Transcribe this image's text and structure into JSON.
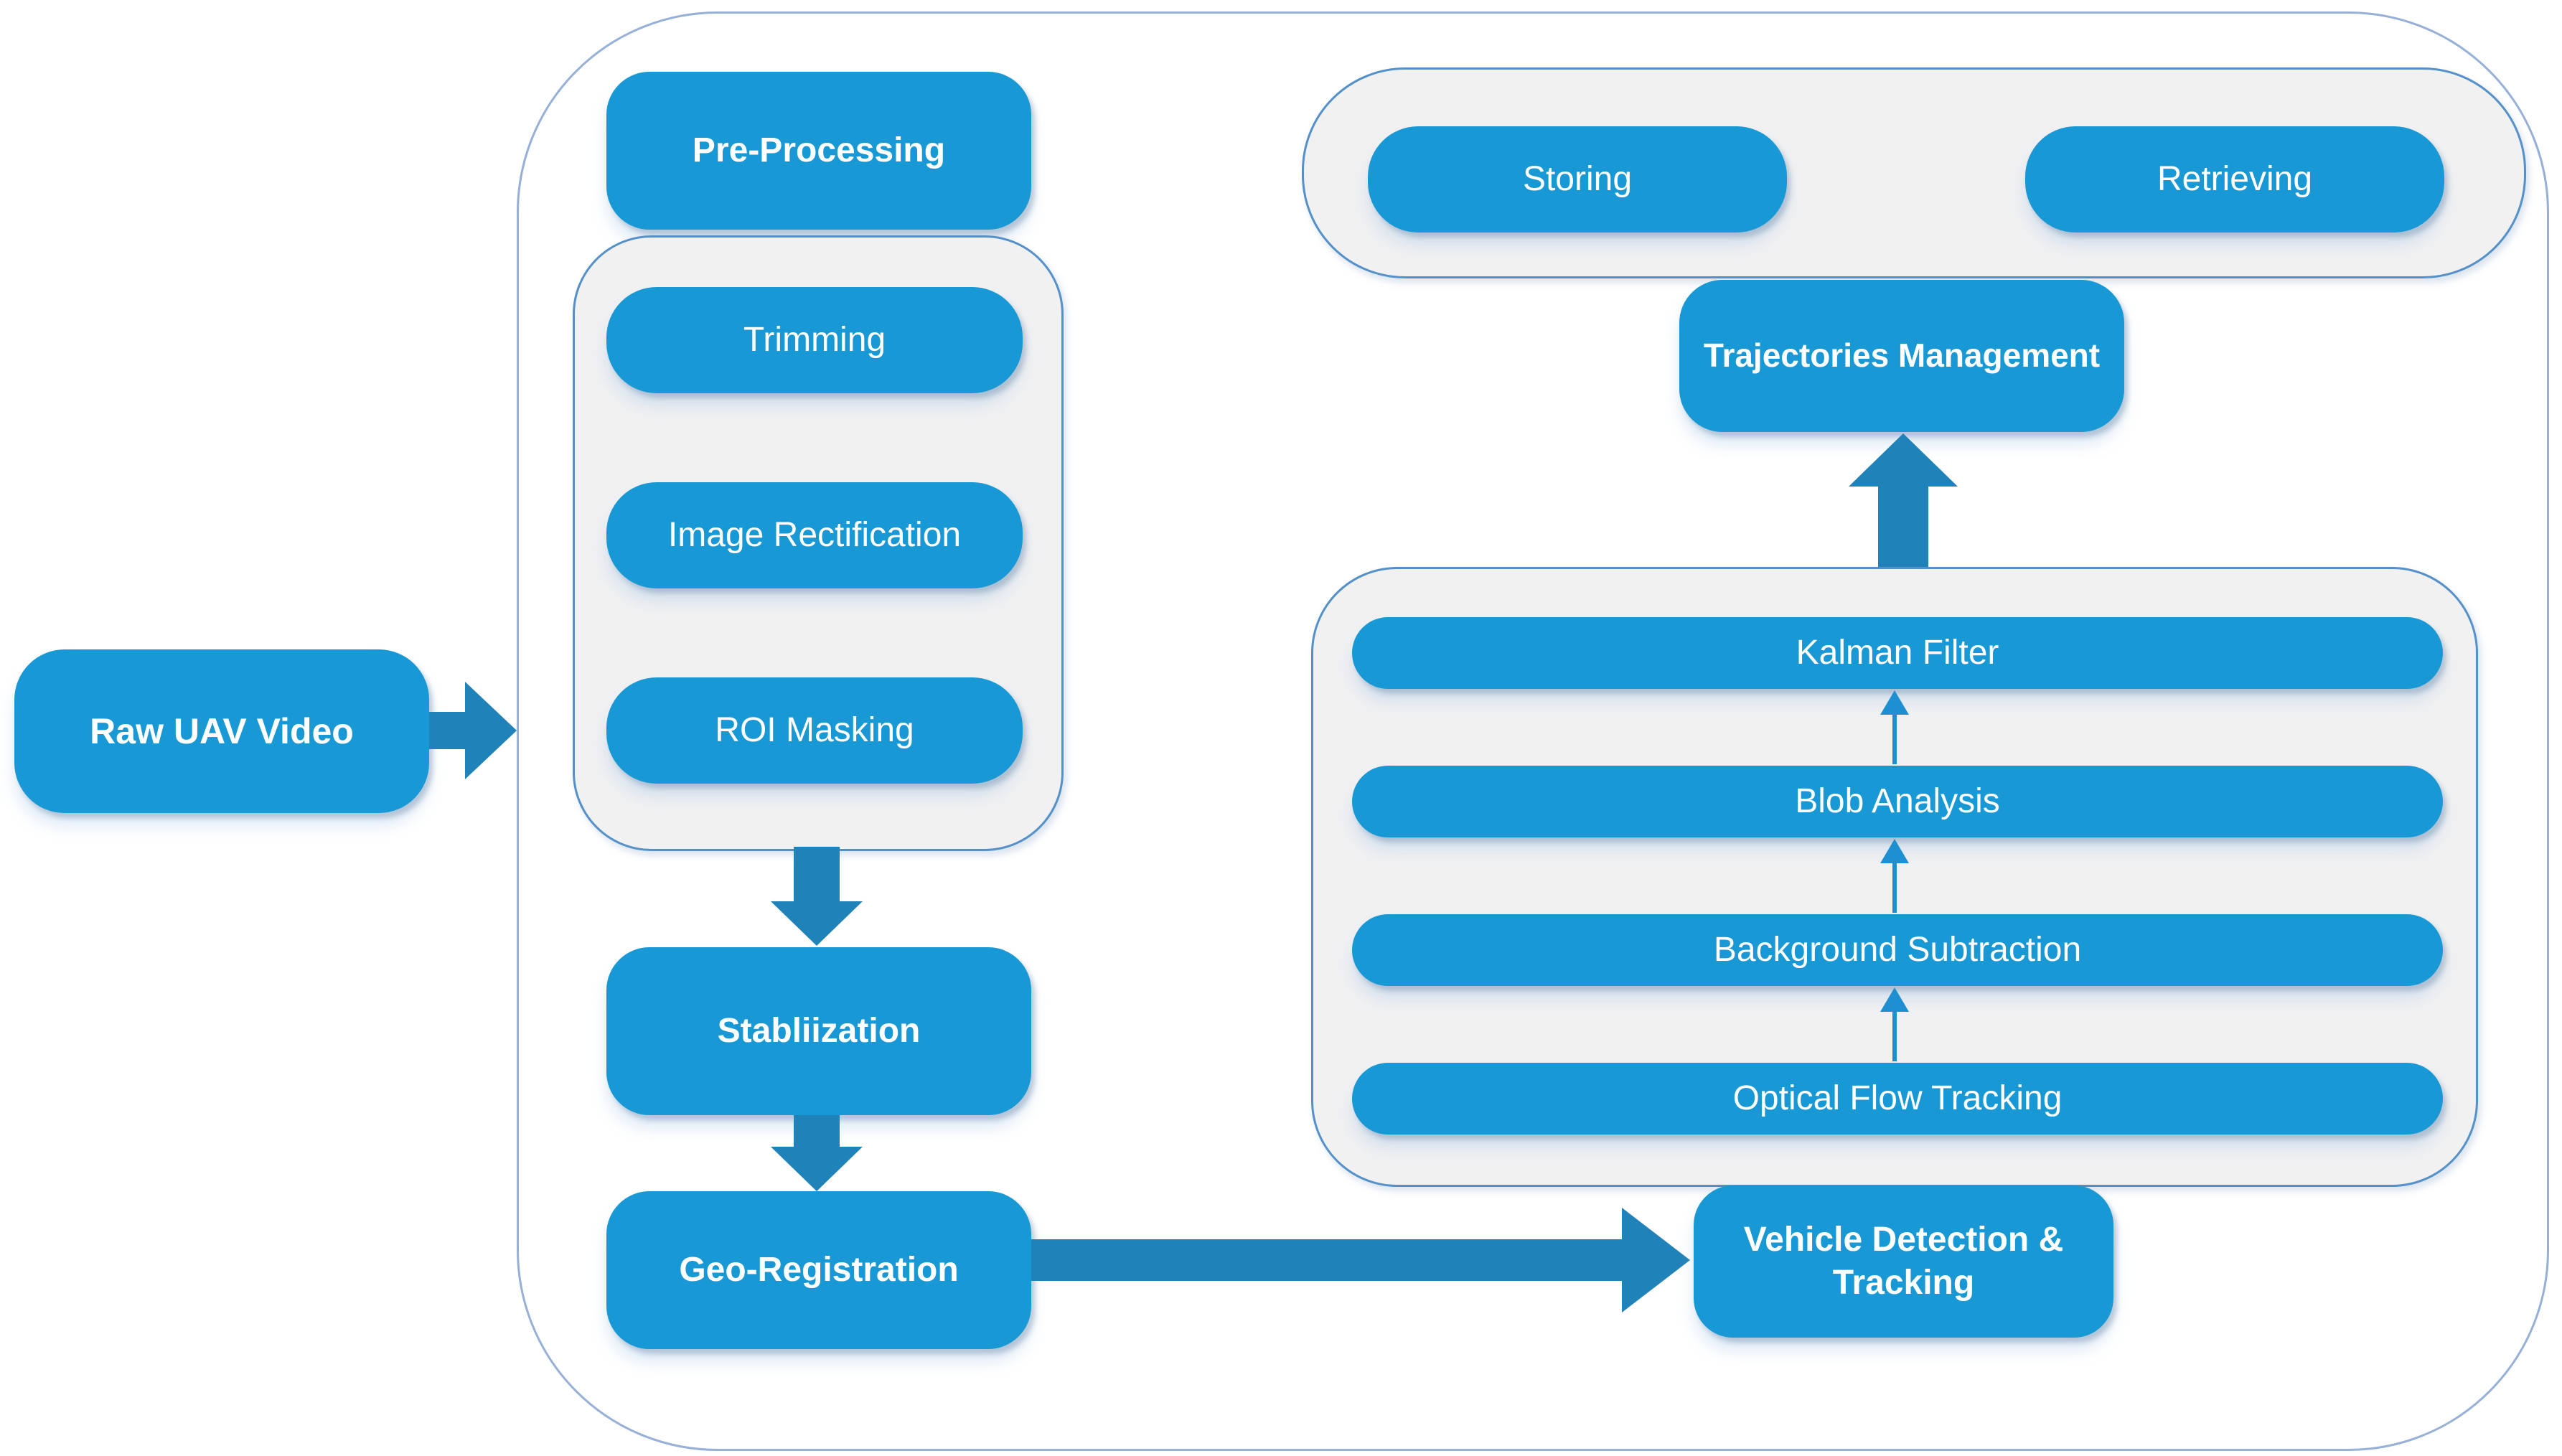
{
  "figure": {
    "nodes": {
      "raw_uav_video": "Raw UAV Video",
      "pre_processing": "Pre-Processing",
      "trimming": "Trimming",
      "image_rectification": "Image Rectification",
      "roi_masking": "ROI Masking",
      "stabilization": "Stabliization",
      "geo_registration": "Geo-Registration",
      "vehicle_detection": {
        "line1": "Vehicle Detection &",
        "line2": "Tracking"
      },
      "optical_flow_tracking": "Optical Flow Tracking",
      "background_subtraction": "Background Subtraction",
      "blob_analysis": "Blob Analysis",
      "kalman_filter": "Kalman Filter",
      "trajectories_management": "Trajectories Management",
      "storing": "Storing",
      "retrieving": "Retrieving"
    },
    "colors": {
      "node_fill": "#1899d5",
      "arrow_fill": "#1f82b8",
      "thin_arrow": "#1e90d2",
      "container_fill": "#f1f1f2",
      "container_border": "#5490ca",
      "outer_border": "#96b0d8",
      "text_color": "#ffffff"
    }
  }
}
